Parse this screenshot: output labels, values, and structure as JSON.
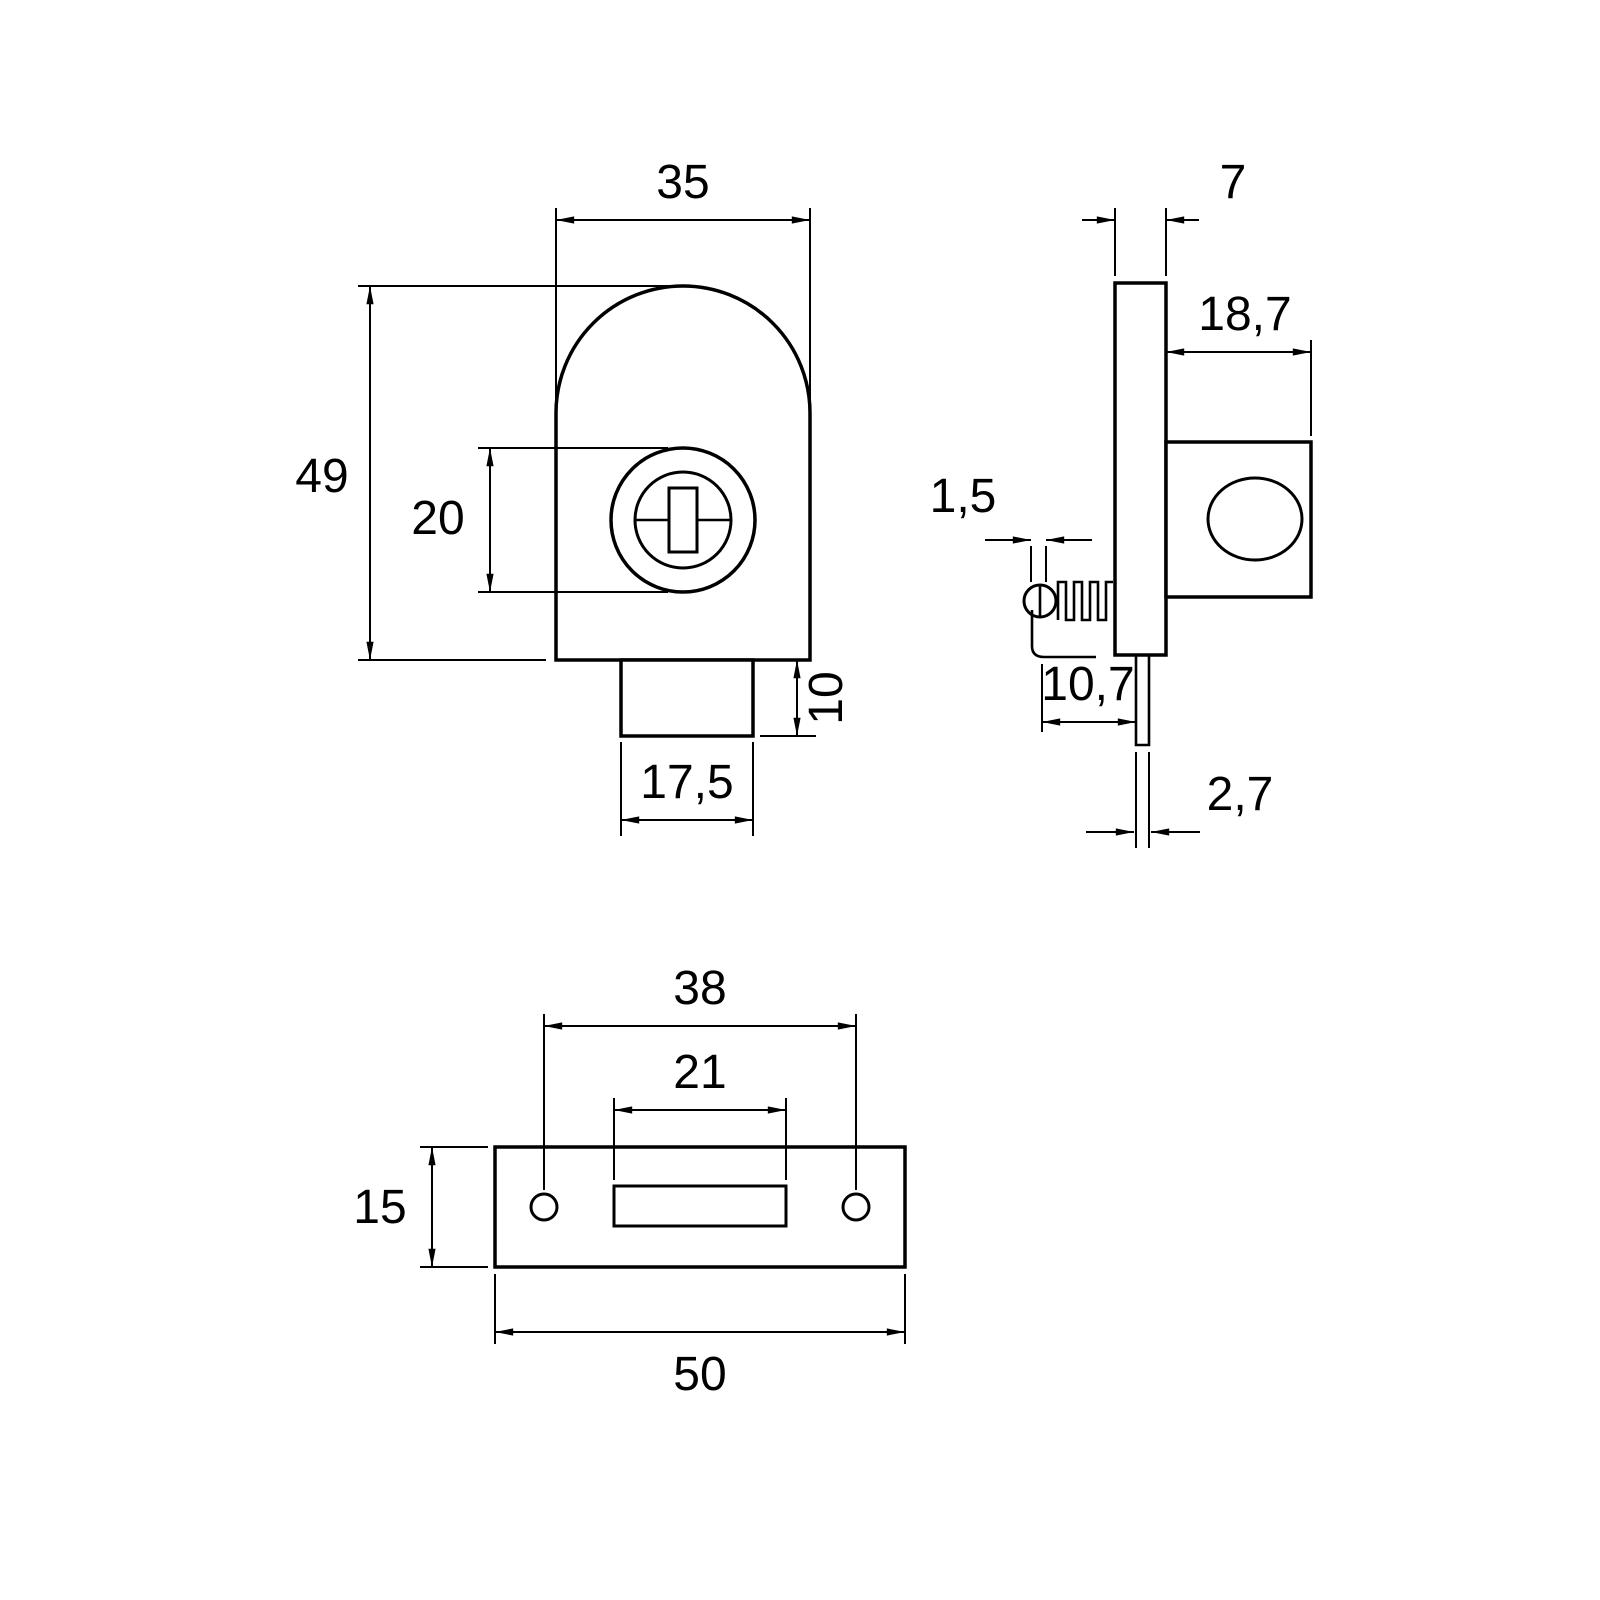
{
  "page": {
    "background": "#ffffff",
    "line_color": "#000000"
  },
  "dimensions": {
    "front_width": "35",
    "front_height": "49",
    "cylinder_diameter": "20",
    "latch_height": "10",
    "latch_width": "17,5",
    "plate_thickness": "7",
    "housing_depth": "18,7",
    "wire_gap": "1,5",
    "screw_length": "10,7",
    "rod_diameter": "2,7",
    "hole_spacing": "38",
    "slot_length": "21",
    "strike_height": "15",
    "strike_width": "50"
  }
}
